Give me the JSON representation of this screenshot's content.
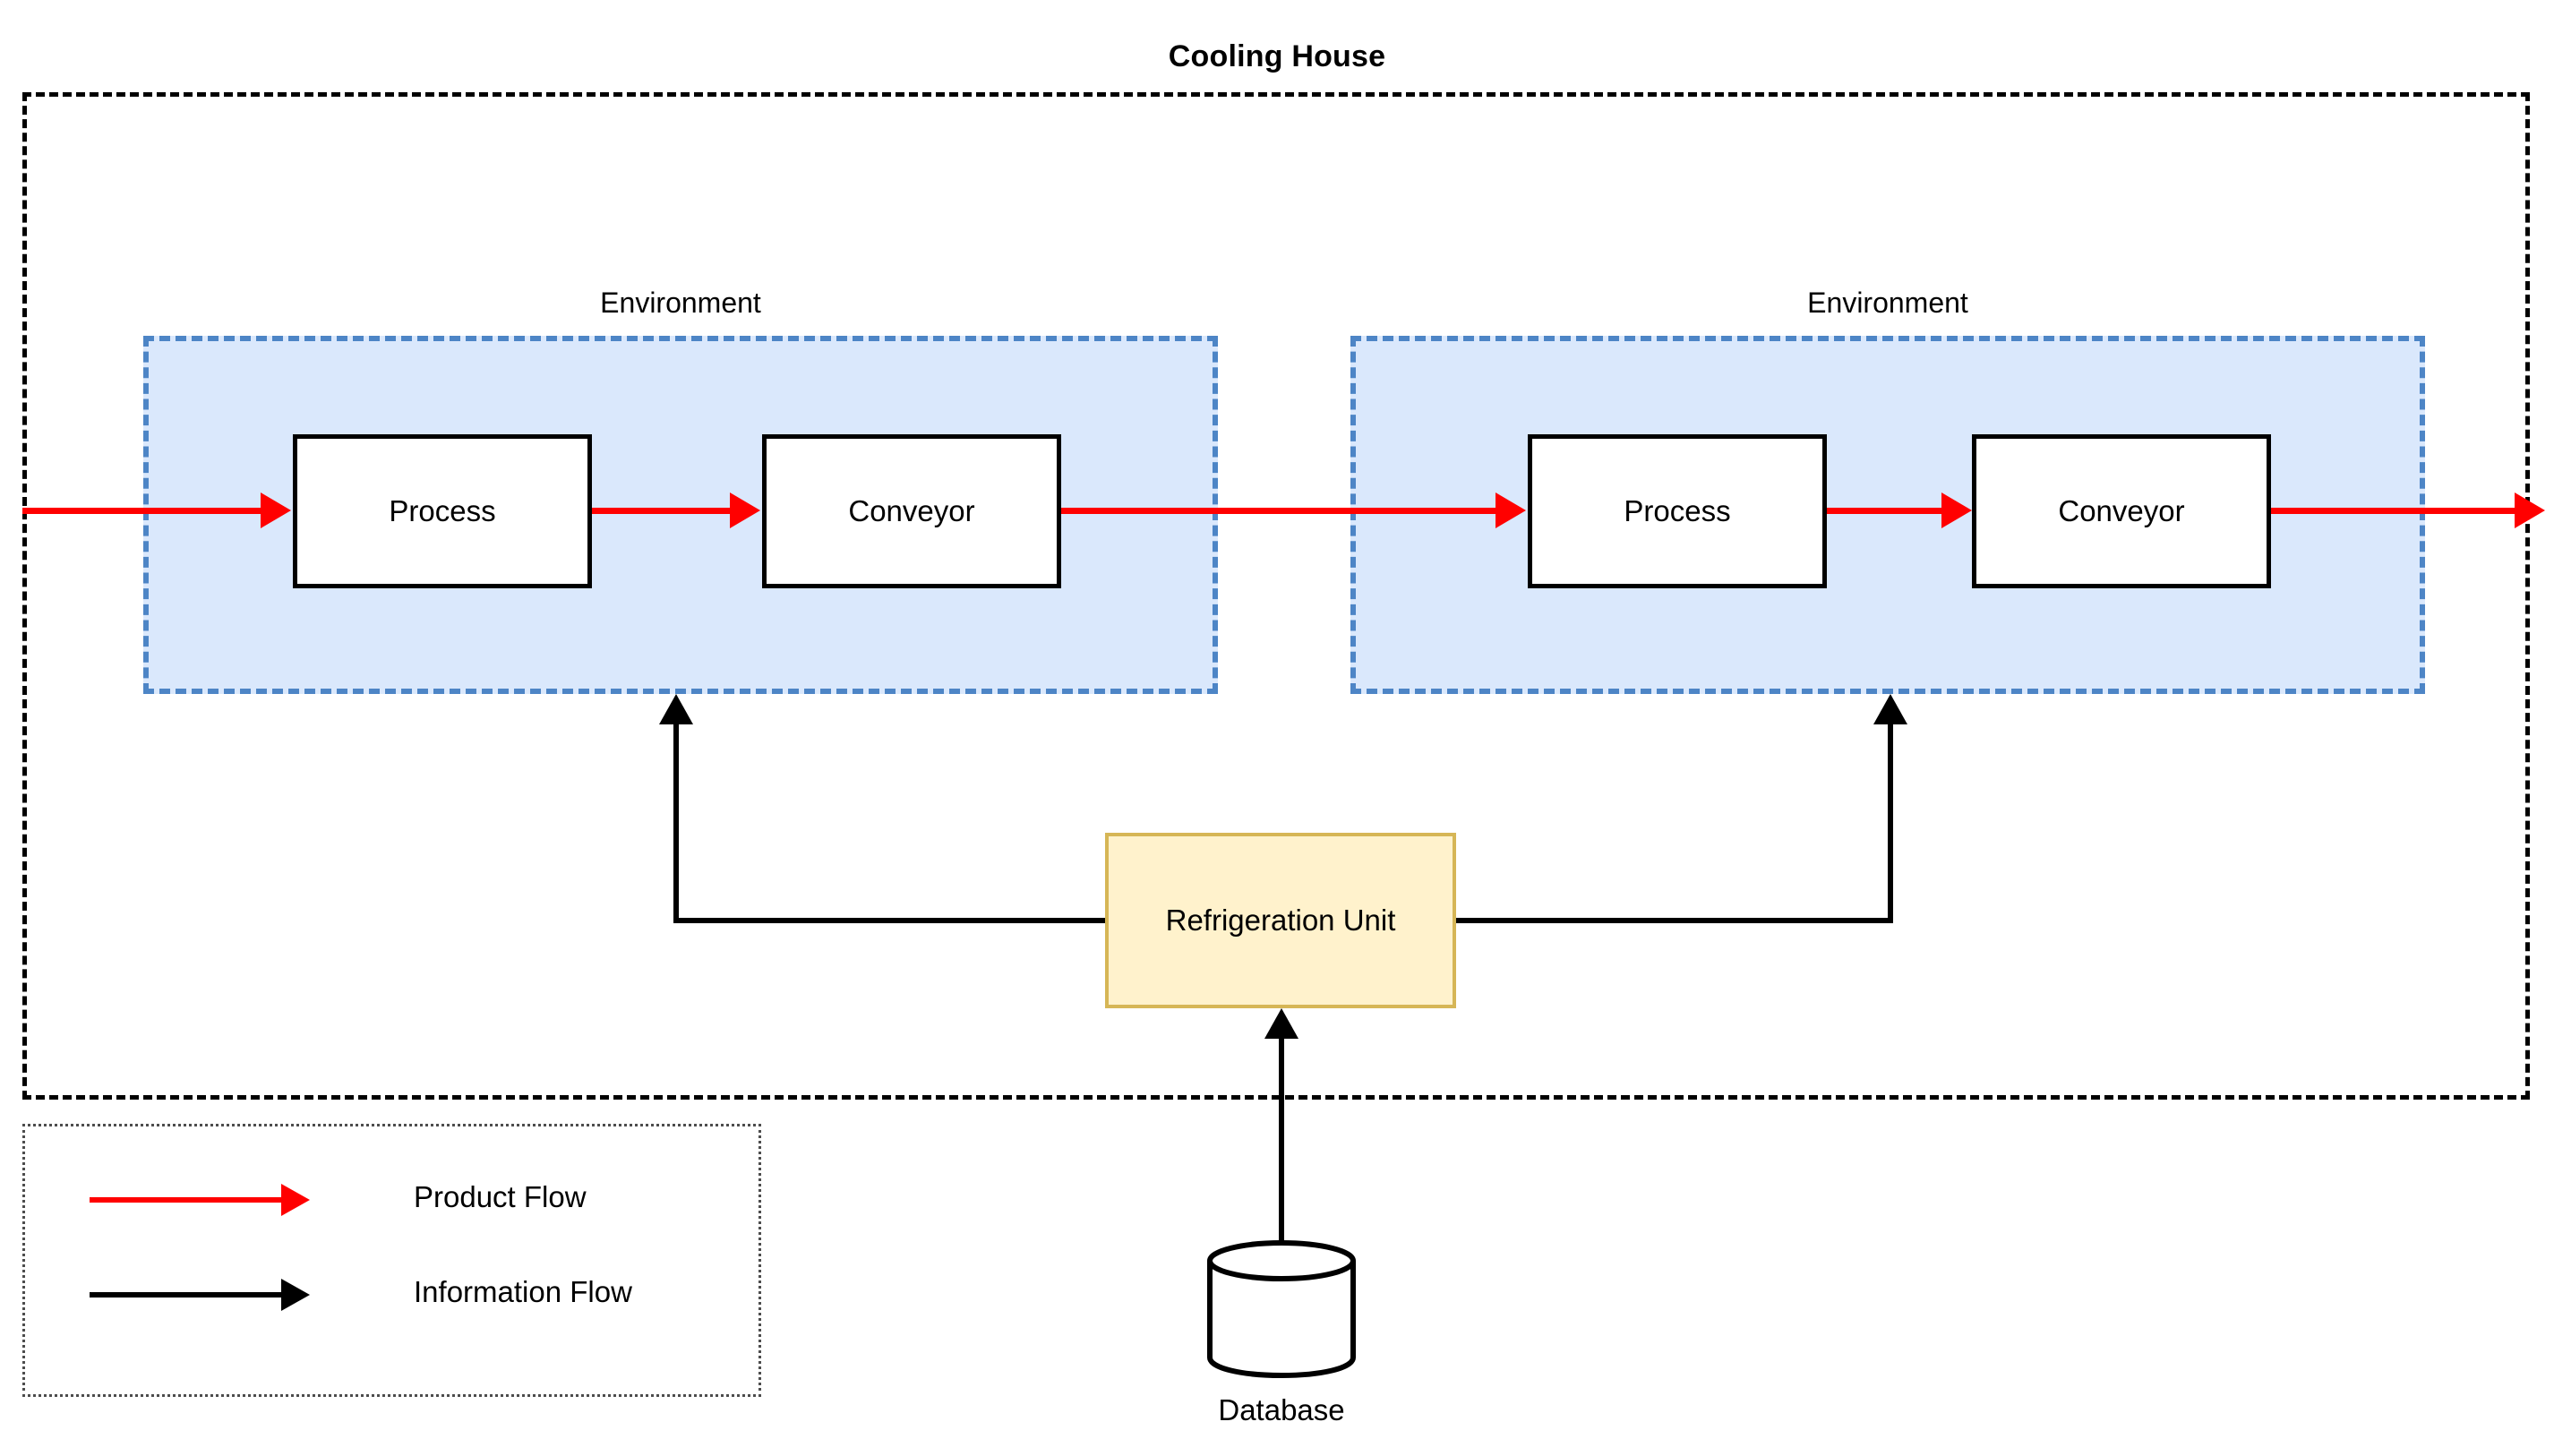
{
  "diagram": {
    "title": "Cooling House",
    "environments": [
      {
        "label": "Environment",
        "nodes": [
          {
            "label": "Process"
          },
          {
            "label": "Conveyor"
          }
        ]
      },
      {
        "label": "Environment",
        "nodes": [
          {
            "label": "Process"
          },
          {
            "label": "Conveyor"
          }
        ]
      }
    ],
    "refrigeration_unit": {
      "label": "Refrigeration Unit"
    },
    "database": {
      "label": "Database",
      "icon": "database-cylinder-icon"
    },
    "legend": {
      "items": [
        {
          "label": "Product Flow",
          "color": "#ff0000",
          "icon": "red-arrow-icon"
        },
        {
          "label": "Information Flow",
          "color": "#000000",
          "icon": "black-arrow-icon"
        }
      ]
    },
    "colors": {
      "product_flow": "#ff0000",
      "information_flow": "#000000",
      "environment_fill": "#dae8fc",
      "environment_border": "#4d85c6",
      "refrigeration_fill": "#fff2cc",
      "refrigeration_border": "#d6b656",
      "node_fill": "#ffffff",
      "node_border": "#000000",
      "container_border": "#000000",
      "legend_border": "#4d4d4d"
    }
  }
}
